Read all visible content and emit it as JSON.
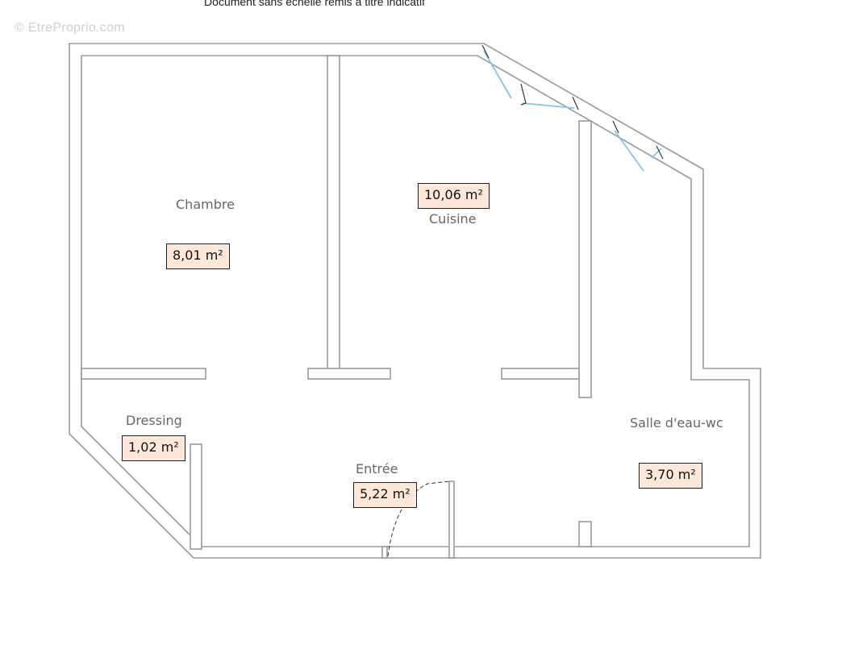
{
  "header": {
    "caption": "Document sans échelle remis à titre indicatif",
    "watermark": "© EtreProprio.com"
  },
  "rooms": [
    {
      "id": "chambre",
      "name": "Chambre",
      "area": "8,01 m²"
    },
    {
      "id": "cuisine",
      "name": "Cuisine",
      "area": "10,06 m²"
    },
    {
      "id": "dressing",
      "name": "Dressing",
      "area": "1,02 m²"
    },
    {
      "id": "entree",
      "name": "Entrée",
      "area": "5,22 m²"
    },
    {
      "id": "salle-eau",
      "name": "Salle d'eau-wc",
      "area": "3,70 m²"
    }
  ],
  "colors": {
    "wall_fill": "#ffffff",
    "wall_stroke": "#9a9a9a",
    "window": "#7ec8e8",
    "area_fill": "#fde8d9",
    "label": "#666666"
  }
}
